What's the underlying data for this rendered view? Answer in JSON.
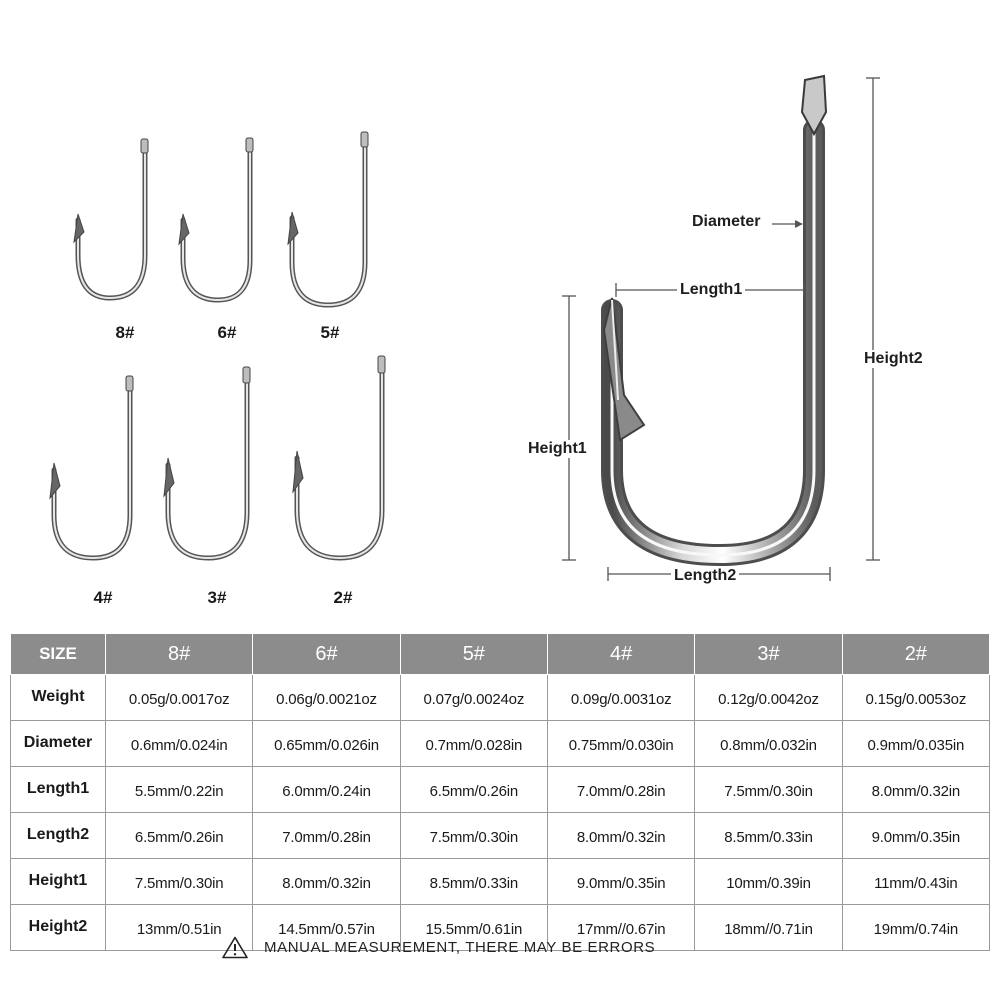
{
  "sizes_figure": {
    "labels": [
      "8#",
      "6#",
      "5#",
      "4#",
      "3#",
      "2#"
    ]
  },
  "diagram": {
    "diameter": "Diameter",
    "length1": "Length1",
    "length2": "Length2",
    "height1": "Height1",
    "height2": "Height2"
  },
  "table": {
    "corner": "SIZE",
    "columns": [
      "8#",
      "6#",
      "5#",
      "4#",
      "3#",
      "2#"
    ],
    "rows": [
      {
        "label": "Weight",
        "values": [
          "0.05g/0.0017oz",
          "0.06g/0.0021oz",
          "0.07g/0.0024oz",
          "0.09g/0.0031oz",
          "0.12g/0.0042oz",
          "0.15g/0.0053oz"
        ]
      },
      {
        "label": "Diameter",
        "values": [
          "0.6mm/0.024in",
          "0.65mm/0.026in",
          "0.7mm/0.028in",
          "0.75mm/0.030in",
          "0.8mm/0.032in",
          "0.9mm/0.035in"
        ]
      },
      {
        "label": "Length1",
        "values": [
          "5.5mm/0.22in",
          "6.0mm/0.24in",
          "6.5mm/0.26in",
          "7.0mm/0.28in",
          "7.5mm/0.30in",
          "8.0mm/0.32in"
        ]
      },
      {
        "label": "Length2",
        "values": [
          "6.5mm/0.26in",
          "7.0mm/0.28in",
          "7.5mm/0.30in",
          "8.0mm/0.32in",
          "8.5mm/0.33in",
          "9.0mm/0.35in"
        ]
      },
      {
        "label": "Height1",
        "values": [
          "7.5mm/0.30in",
          "8.0mm/0.32in",
          "8.5mm/0.33in",
          "9.0mm/0.35in",
          "10mm/0.39in",
          "11mm/0.43in"
        ]
      },
      {
        "label": "Height2",
        "values": [
          "13mm/0.51in",
          "14.5mm/0.57in",
          "15.5mm/0.61in",
          "17mm//0.67in",
          "18mm//0.71in",
          "19mm/0.74in"
        ]
      }
    ]
  },
  "note": {
    "icon": "warning-icon",
    "text": "MANUAL MEASUREMENT, THERE MAY BE ERRORS"
  }
}
